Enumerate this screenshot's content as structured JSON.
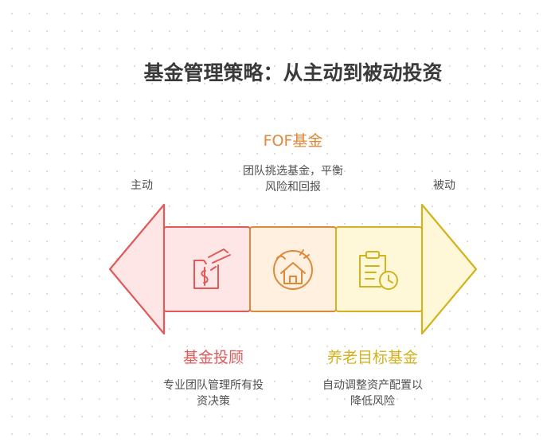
{
  "title": "基金管理策略：从主动到被动投资",
  "left_label": "主动",
  "right_label": "被动",
  "stages": [
    {
      "title": "基金投顾",
      "description": "专业团队管理所有投资决策",
      "icon": "money-hand-icon",
      "color": "#e05a5a",
      "fill": "#ffe6e6"
    },
    {
      "title": "FOF基金",
      "description": "团队挑选基金，平衡风险和回报",
      "icon": "house-compass-icon",
      "color": "#e0883a",
      "fill": "#fff0e0"
    },
    {
      "title": "养老目标基金",
      "description": "自动调整资产配置以降低风险",
      "icon": "clipboard-clock-icon",
      "color": "#d4b21e",
      "fill": "#fff8d8"
    }
  ]
}
